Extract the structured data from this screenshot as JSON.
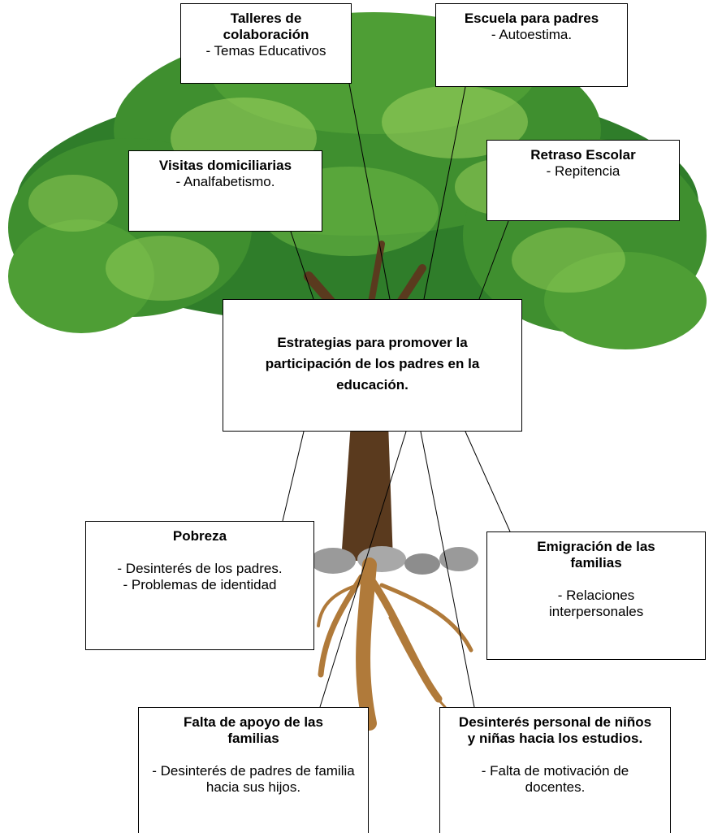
{
  "colors": {
    "leaf_dark": "#2f7d2a",
    "leaf_mid": "#4e9e35",
    "leaf_light": "#9fd45e",
    "trunk": "#5a3a1e",
    "root": "#b07a3a",
    "rock": "#9a9a9a",
    "box_border": "#000000",
    "box_fill": "#ffffff"
  },
  "center": {
    "title": "Estrategias para promover la participación de los padres en la educación."
  },
  "strategies": {
    "talleres": {
      "title": "Talleres de colaboración",
      "item": "- Temas Educativos"
    },
    "escuela": {
      "title": "Escuela para padres",
      "item": "- Autoestima."
    },
    "visitas": {
      "title": "Visitas domiciliarias",
      "item": "- Analfabetismo."
    },
    "retraso": {
      "title": "Retraso Escolar",
      "item": "- Repitencia"
    }
  },
  "problems": {
    "pobreza": {
      "title": "Pobreza",
      "items": [
        "- Desinterés de los padres.",
        "- Problemas de identidad"
      ]
    },
    "emigracion": {
      "title": "Emigración de las familias",
      "item": "- Relaciones interpersonales"
    },
    "falta_apoyo": {
      "title": "Falta de apoyo de las familias",
      "item": "- Desinterés de padres de familia hacia sus hijos."
    },
    "desinteres": {
      "title": "Desinterés personal de niños y niñas hacia los estudios.",
      "item": "- Falta de motivación de docentes."
    }
  }
}
